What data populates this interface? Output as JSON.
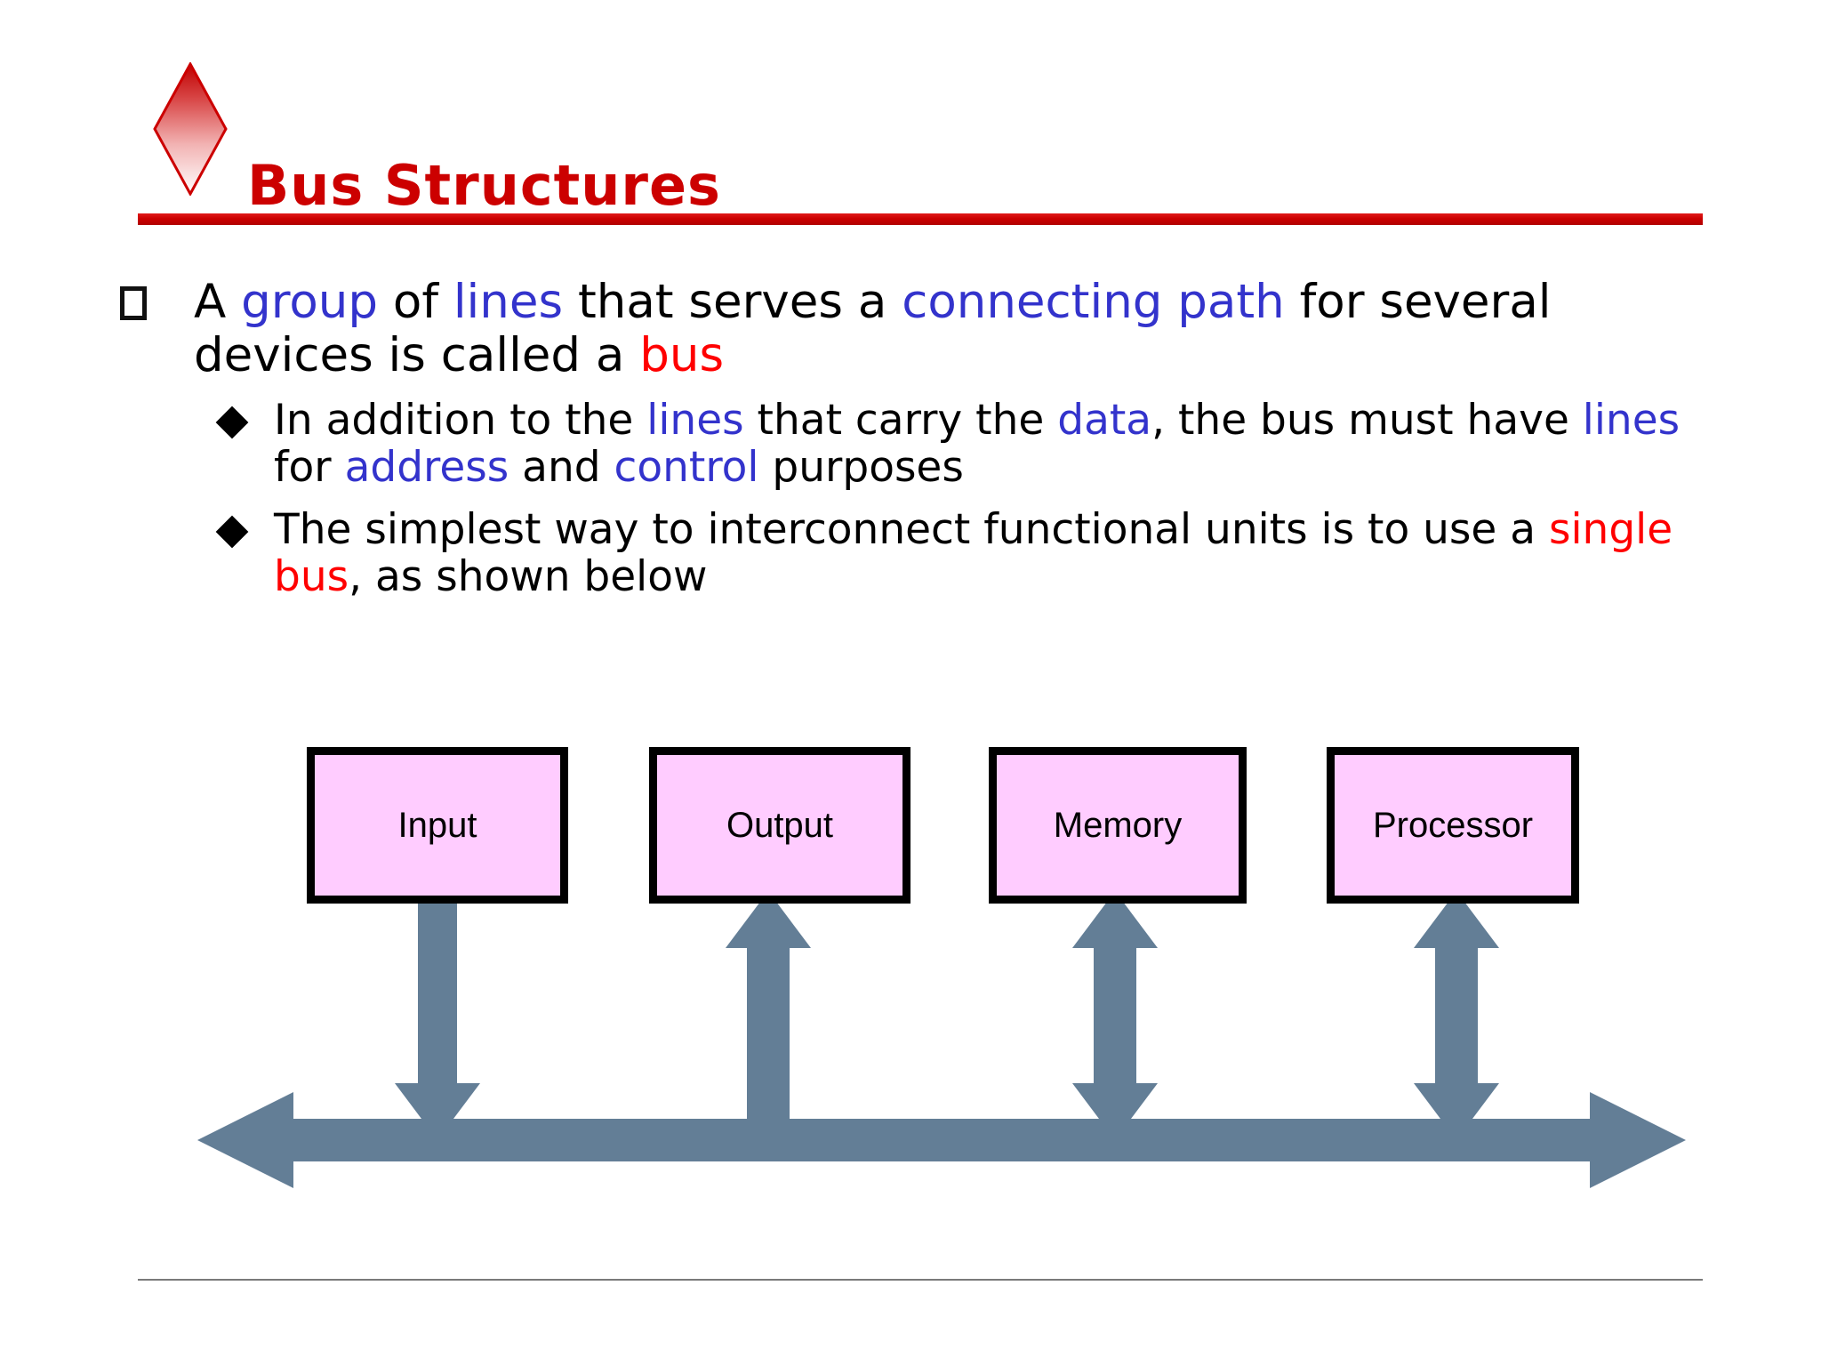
{
  "slide": {
    "title": "Bus Structures",
    "title_color": "#CC0000",
    "rule_color": "#CC0000",
    "background": "#FFFFFF",
    "accent_blue": "#3333CC",
    "accent_red": "#FF0000"
  },
  "bullets": {
    "level1": {
      "marker": "hollow-square",
      "segments": [
        {
          "text": "A ",
          "color": "black"
        },
        {
          "text": "group",
          "color": "blue"
        },
        {
          "text": " of ",
          "color": "black"
        },
        {
          "text": "lines",
          "color": "blue"
        },
        {
          "text": " that serves a ",
          "color": "black"
        },
        {
          "text": "connecting path",
          "color": "blue"
        },
        {
          "text": " for several devices is called a ",
          "color": "black"
        },
        {
          "text": "bus",
          "color": "red"
        }
      ]
    },
    "level2": [
      {
        "marker": "filled-diamond",
        "segments": [
          {
            "text": "In addition to the ",
            "color": "black"
          },
          {
            "text": "lines",
            "color": "blue"
          },
          {
            "text": " that carry the ",
            "color": "black"
          },
          {
            "text": "data",
            "color": "blue"
          },
          {
            "text": ", the bus must have ",
            "color": "black"
          },
          {
            "text": "lines",
            "color": "blue"
          },
          {
            "text": " for ",
            "color": "black"
          },
          {
            "text": "address",
            "color": "blue"
          },
          {
            "text": " and ",
            "color": "black"
          },
          {
            "text": "control",
            "color": "blue"
          },
          {
            "text": " purposes",
            "color": "black"
          }
        ]
      },
      {
        "marker": "filled-diamond",
        "segments": [
          {
            "text": "The simplest way to interconnect functional units is to use a ",
            "color": "black"
          },
          {
            "text": "single bus",
            "color": "red"
          },
          {
            "text": ", as shown below",
            "color": "black"
          }
        ]
      }
    ]
  },
  "diagram": {
    "box_fill": "#FFCCFF",
    "box_border": "#000000",
    "arrow_color": "#637E96",
    "units": [
      {
        "label": "Input",
        "arrow": "down"
      },
      {
        "label": "Output",
        "arrow": "up"
      },
      {
        "label": "Memory",
        "arrow": "both"
      },
      {
        "label": "Processor",
        "arrow": "both"
      }
    ],
    "bus": {
      "label": "",
      "arrow": "both-horizontal"
    }
  }
}
